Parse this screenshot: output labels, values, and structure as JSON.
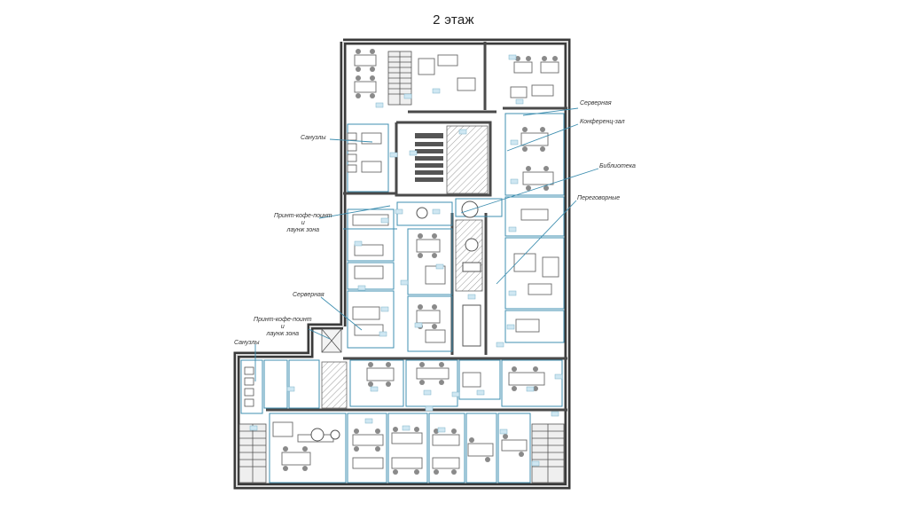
{
  "title": "2 этаж",
  "labels": {
    "server_room": "Серверная",
    "conference_hall": "Конференц-зал",
    "library": "Библиотека",
    "meeting_rooms": "Переговорные",
    "restrooms": "Санузлы",
    "print_coffee_line1": "Принт-кофе-поинт",
    "print_coffee_line2": "и",
    "print_coffee_line3": "лаунж зона"
  },
  "colors": {
    "wall": "#444444",
    "wall_fill": "#8a8a8a",
    "partition": "#3f8fb0",
    "furniture": "#777777",
    "hatch": "#999999"
  }
}
